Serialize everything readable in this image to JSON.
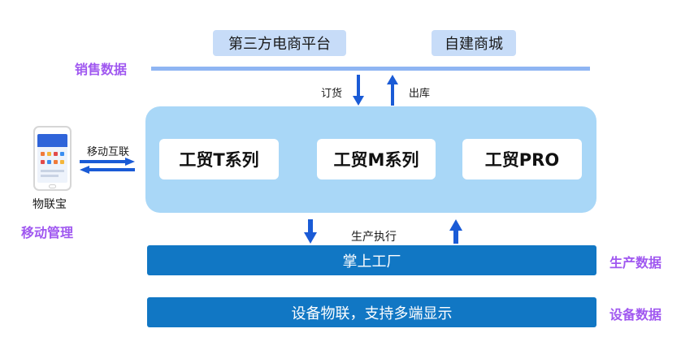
{
  "channels": {
    "third_party": "第三方电商平台",
    "own_mall": "自建商城"
  },
  "side_labels": {
    "sales_data": "销售数据",
    "mobile_mgmt": "移动管理",
    "production_data": "生产数据",
    "device_data": "设备数据"
  },
  "flow_labels": {
    "order": "订货",
    "outbound": "出库",
    "mobile_link": "移动互联",
    "production_exec": "生产执行"
  },
  "products": {
    "t_series": "工贸T系列",
    "m_series": "工贸M系列",
    "pro": "工贸PRO"
  },
  "phone": {
    "label": "物联宝",
    "icon": "smartphone-app-icon"
  },
  "bars": {
    "factory": "掌上工厂",
    "devices": "设备物联，支持多端显示"
  },
  "colors": {
    "accent_purple": "#a058f0",
    "arrow_blue": "#1a5bd6",
    "platform_bg": "#a9d7f7",
    "bar_dark": "#1177c4",
    "sales_line": "#8fb5f3",
    "channel_bg": "#c7dcf8"
  }
}
